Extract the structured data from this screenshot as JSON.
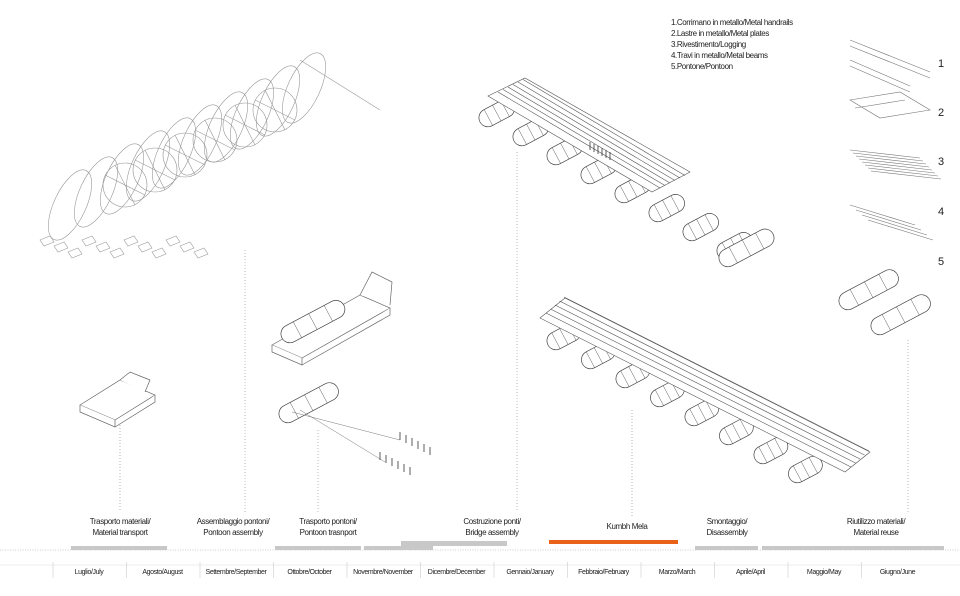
{
  "legend": {
    "items": [
      "1.Corrimano in metallo/Metal handrails",
      "2.Lastre in metallo/Metal plates",
      "3.Rivestimento/Logging",
      "4.Travi in metallo/Metal beams",
      "5.Pontone/Pontoon"
    ],
    "numbers": [
      "1",
      "2",
      "3",
      "4",
      "5"
    ]
  },
  "phases": [
    {
      "line1": "Trasporto materiali/",
      "line2": "Material transport"
    },
    {
      "line1": "Assemblaggio pontoni/",
      "line2": "Pontoon assembly"
    },
    {
      "line1": "Trasporto pontoni/",
      "line2": "Pontoon trasnport"
    },
    {
      "line1": "Costruzione ponti/",
      "line2": "Bridge assembly"
    },
    {
      "line1": "Kumbh Mela",
      "line2": ""
    },
    {
      "line1": "Smontaggio/",
      "line2": "Disassembly"
    },
    {
      "line1": "Riutilizzo materiali/",
      "line2": "Material reuse"
    }
  ],
  "months": [
    "Luglio/July",
    "Agosto/August",
    "Settembre/September",
    "Ottobre/October",
    "Novembre/November",
    "Dicembre/December",
    "Gennaio/January",
    "Febbraio/February",
    "Marzo/March",
    "Aprile/April",
    "Maggio/May",
    "Giugno/June"
  ],
  "colors": {
    "highlight": "#e8621a",
    "bar": "#c8c8c8",
    "line": "#555555"
  }
}
